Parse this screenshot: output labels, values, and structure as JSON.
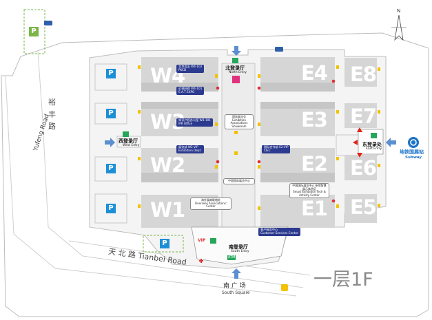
{
  "floor_label": "一层1F",
  "compass": "N",
  "halls": {
    "w1": "W1",
    "w2": "W2",
    "w3": "W3",
    "w4": "W4",
    "e1": "E1",
    "e2": "E2",
    "e3": "E3",
    "e4": "E4",
    "e5": "E5",
    "e6": "E6",
    "e7": "E7",
    "e8": "E8"
  },
  "entrances": {
    "north": {
      "zh": "北登录厅",
      "en": "North Entry"
    },
    "west": {
      "zh": "西登录厅",
      "en": "West Entry"
    },
    "east": {
      "zh": "东登录处",
      "en": "East Entry"
    },
    "south": {
      "zh": "南登录厅",
      "en": "South Entry"
    }
  },
  "south_square": {
    "zh": "南 广 场",
    "en": "South Square"
  },
  "subway": {
    "zh": "地铁国展站",
    "en": "Subway"
  },
  "roads": {
    "yufeng_zh": "裕 丰 路",
    "yufeng_en": "Yufeng Road",
    "tianbei": "天 北 路 Tianbei Road"
  },
  "parking": "P",
  "labels": {
    "w4_top": {
      "zh": "北京君友 W4-102",
      "en": "PKCD"
    },
    "w4_bottom": {
      "zh": "近视网络 W4-101",
      "en": "E.A.T EXPO"
    },
    "w3": {
      "zh": "知识产权办公室 W3-101",
      "en": "IPR Office"
    },
    "w2": {
      "zh": "展览部 W2-VIP",
      "en": "Exhibition Dept."
    },
    "e2": {
      "zh": "国际合作部 E2-VIP",
      "en": "CIEC"
    },
    "vip": "VIP",
    "atm": "ATM"
  },
  "notes": {
    "assoc": {
      "zh": "国际展览会",
      "en": "Exhibition Associations Showroom"
    },
    "cafe": {
      "zh": "中国国际展览中心",
      "en": ""
    },
    "overseas": {
      "zh": "海外展商联络处",
      "en": "Overseas Associations' Center"
    },
    "smart": {
      "zh": "中国国际展览中心 新馆智慧展示体验区",
      "en": "Smart Exhibition Tech & Activity Center"
    },
    "customer": {
      "zh": "客户服务中心",
      "en": "Customer Services Center"
    }
  },
  "colors": {
    "hall": "#d6d6d6",
    "hall_text": "#ffffff",
    "parking": "#1d8fd6",
    "parking_green": "#7ab648",
    "arrow": "#5b8fd0",
    "tag": "#2c3a8f",
    "east_arrow": "#e2231a"
  }
}
